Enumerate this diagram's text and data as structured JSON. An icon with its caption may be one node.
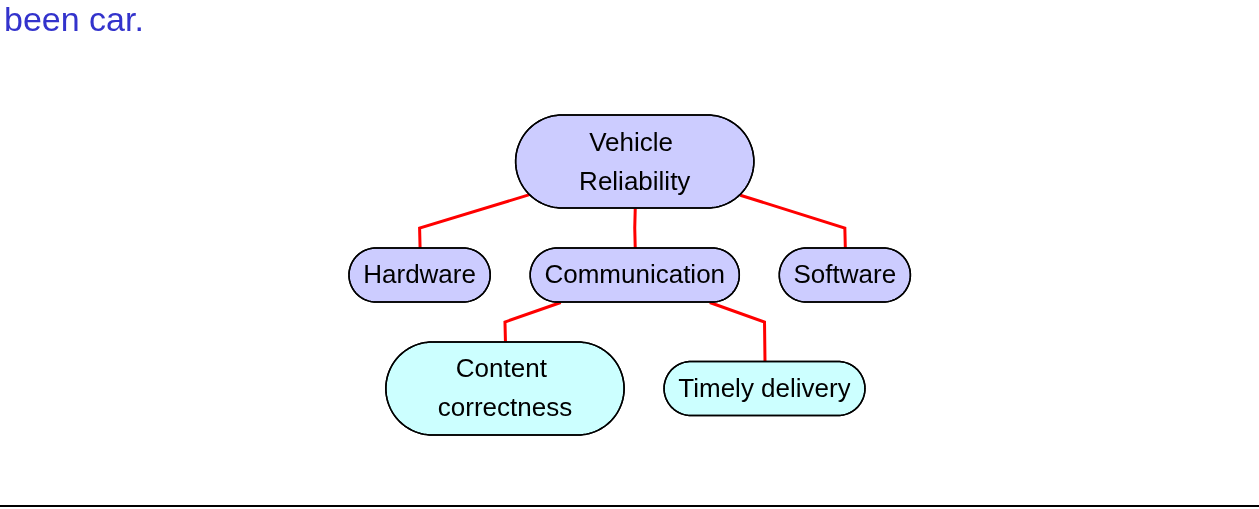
{
  "diagram": {
    "nodes": [
      {
        "text": [
          "Vehicle Reliability"
        ]
      },
      {
        "text": [
          "Hardware"
        ]
      },
      {
        "text": [
          "Communication"
        ]
      },
      {
        "text": [
          "Software"
        ]
      },
      {
        "text": [
          "Content correctness"
        ]
      },
      {
        "text": [
          "Timely delivery"
        ]
      }
    ],
    "edges": [
      {
        "from": 0,
        "to": 1,
        "arrow": "none"
      },
      {
        "from": 0,
        "to": 2,
        "arrow": "none"
      },
      {
        "from": 0,
        "to": 3,
        "arrow": "none"
      },
      {
        "from": 2,
        "to": 4,
        "arrow": "none"
      },
      {
        "from": 2,
        "to": 5,
        "arrow": "none"
      }
    ],
    "labels": [
      "been car."
    ]
  }
}
